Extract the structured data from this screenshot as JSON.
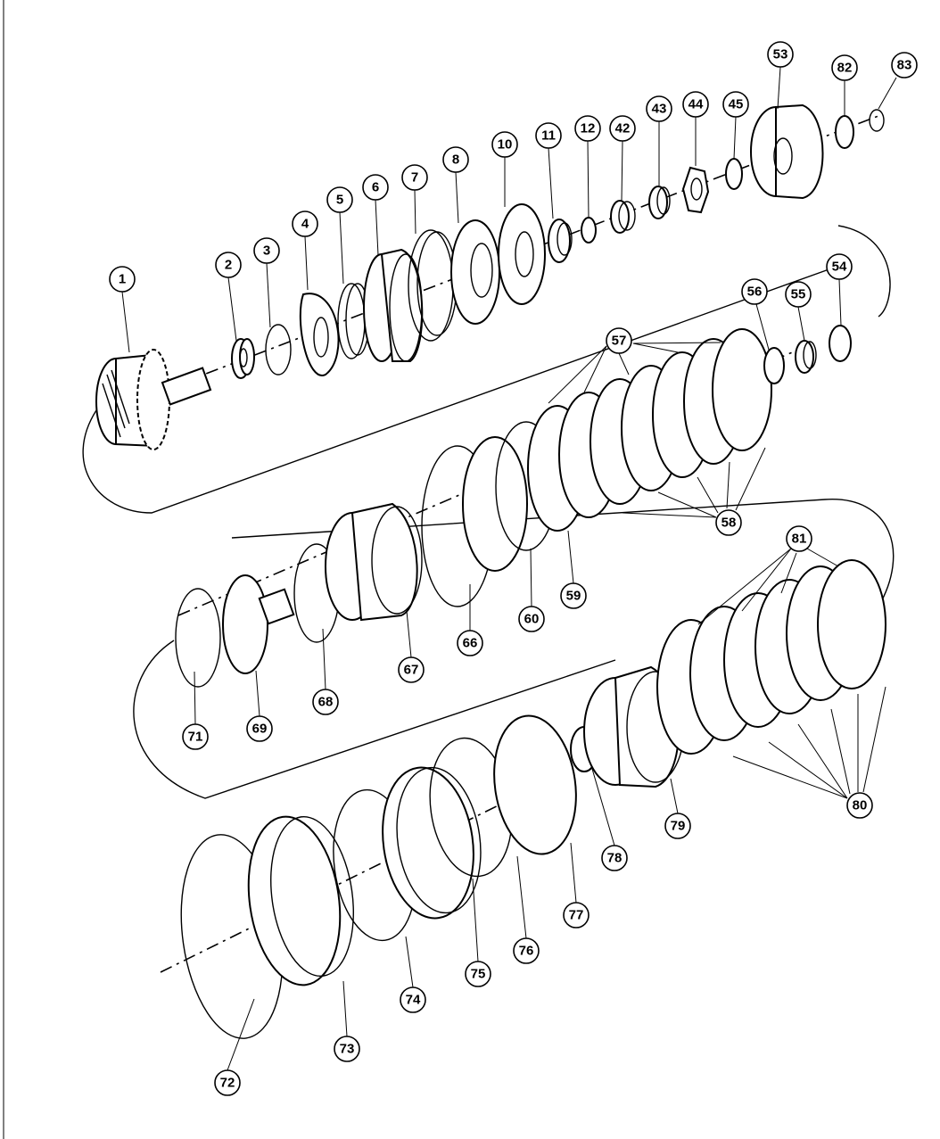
{
  "callouts": [
    "1",
    "2",
    "3",
    "4",
    "5",
    "6",
    "7",
    "8",
    "10",
    "11",
    "12",
    "42",
    "43",
    "44",
    "45",
    "53",
    "82",
    "83",
    "56",
    "55",
    "54",
    "57",
    "58",
    "59",
    "60",
    "66",
    "67",
    "68",
    "69",
    "71",
    "81",
    "80",
    "79",
    "78",
    "77",
    "76",
    "75",
    "74",
    "73",
    "72"
  ]
}
